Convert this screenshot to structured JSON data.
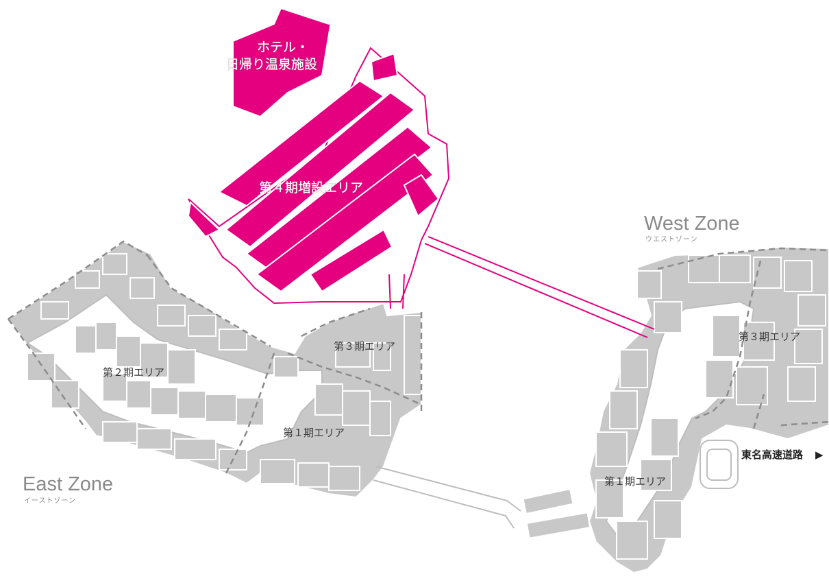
{
  "zones": {
    "east": {
      "name": "East Zone",
      "kana": "イーストゾーン"
    },
    "west": {
      "name": "West Zone",
      "kana": "ウエストゾーン"
    }
  },
  "areas": {
    "hotel_line1": "ホテル・",
    "hotel_line2": "日帰り温泉施設",
    "phase4": "第４期増設エリア",
    "east_phase2": "第２期エリア",
    "east_phase3": "第３期エリア",
    "east_phase1": "第１期エリア",
    "west_phase3": "第３期エリア",
    "west_phase1": "第１期エリア"
  },
  "road": {
    "label": "東名高速道路",
    "arrow": "▶"
  },
  "colors": {
    "highlight": "#e4007f",
    "existing": "#c8c8c8",
    "dashed_border": "#8c8c8c"
  },
  "icons": {
    "direction": "triangle-right-arrow"
  }
}
